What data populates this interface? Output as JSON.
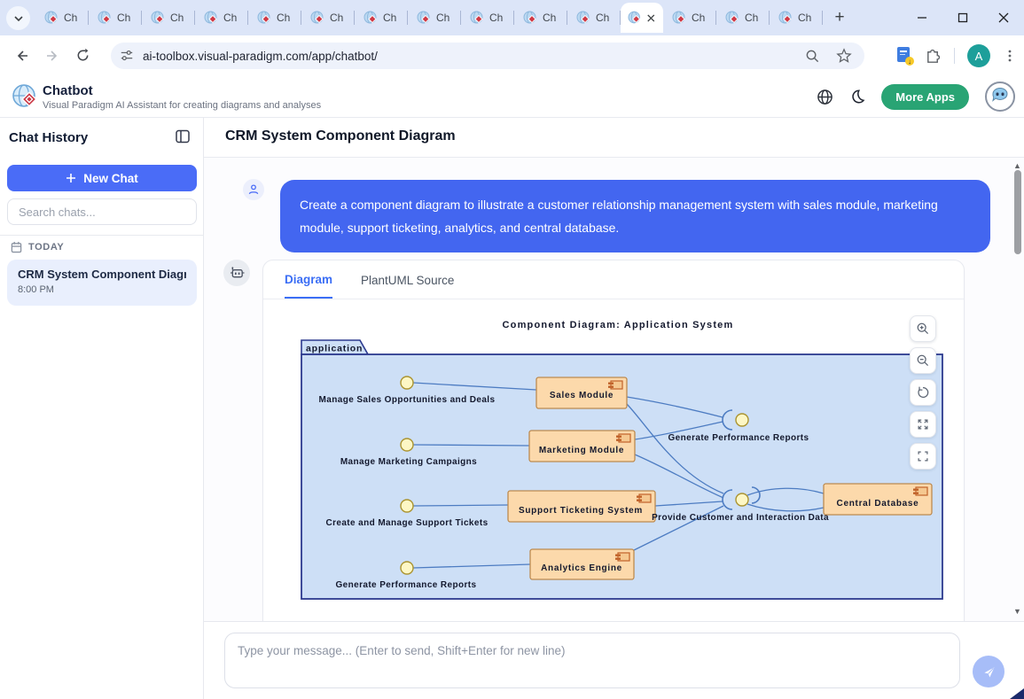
{
  "browser": {
    "tab_label": "Ch",
    "tabs_before_active": 11,
    "tabs_after_active": 3,
    "url": "ai-toolbox.visual-paradigm.com/app/chatbot/",
    "avatar_letter": "A"
  },
  "header": {
    "title": "Chatbot",
    "subtitle": "Visual Paradigm AI Assistant for creating diagrams and analyses",
    "more_apps_label": "More Apps"
  },
  "sidebar": {
    "title": "Chat History",
    "new_chat_label": "New Chat",
    "search_placeholder": "Search chats...",
    "section_label": "TODAY",
    "chat_item": {
      "title": "CRM System Component Diagr...",
      "time": "8:00 PM"
    }
  },
  "main": {
    "page_title": "CRM System Component Diagram",
    "user_message": "Create a component diagram to illustrate a customer relationship management system with sales module, marketing module, support ticketing, analytics, and central database.",
    "tabs": {
      "diagram": "Diagram",
      "plantuml": "PlantUML Source"
    }
  },
  "diagram": {
    "title": "Component Diagram: Application System",
    "package_label": "application",
    "components": {
      "sales": "Sales Module",
      "marketing": "Marketing Module",
      "support": "Support Ticketing System",
      "analytics": "Analytics Engine",
      "database": "Central Database"
    },
    "interfaces": {
      "sales_if": "Manage Sales Opportunities and Deals",
      "marketing_if": "Manage Marketing Campaigns",
      "support_if": "Create and Manage Support Tickets",
      "analytics_if": "Generate Performance Reports",
      "reports_if": "Generate Performance Reports",
      "data_if": "Provide Customer and Interaction Data"
    }
  },
  "composer": {
    "placeholder": "Type your message... (Enter to send, Shift+Enter for new line)"
  },
  "colors": {
    "accent_blue": "#4a6cf7",
    "bubble_blue": "#4366f0",
    "green": "#29a474",
    "package_fill": "#cddff6",
    "package_stroke": "#2c3a8e",
    "component_fill": "#fcd9ab",
    "component_stroke": "#bd8a4f",
    "lollipop_fill": "#fdf7c5",
    "lollipop_stroke": "#ab9430",
    "connector": "#4d7cc2"
  }
}
